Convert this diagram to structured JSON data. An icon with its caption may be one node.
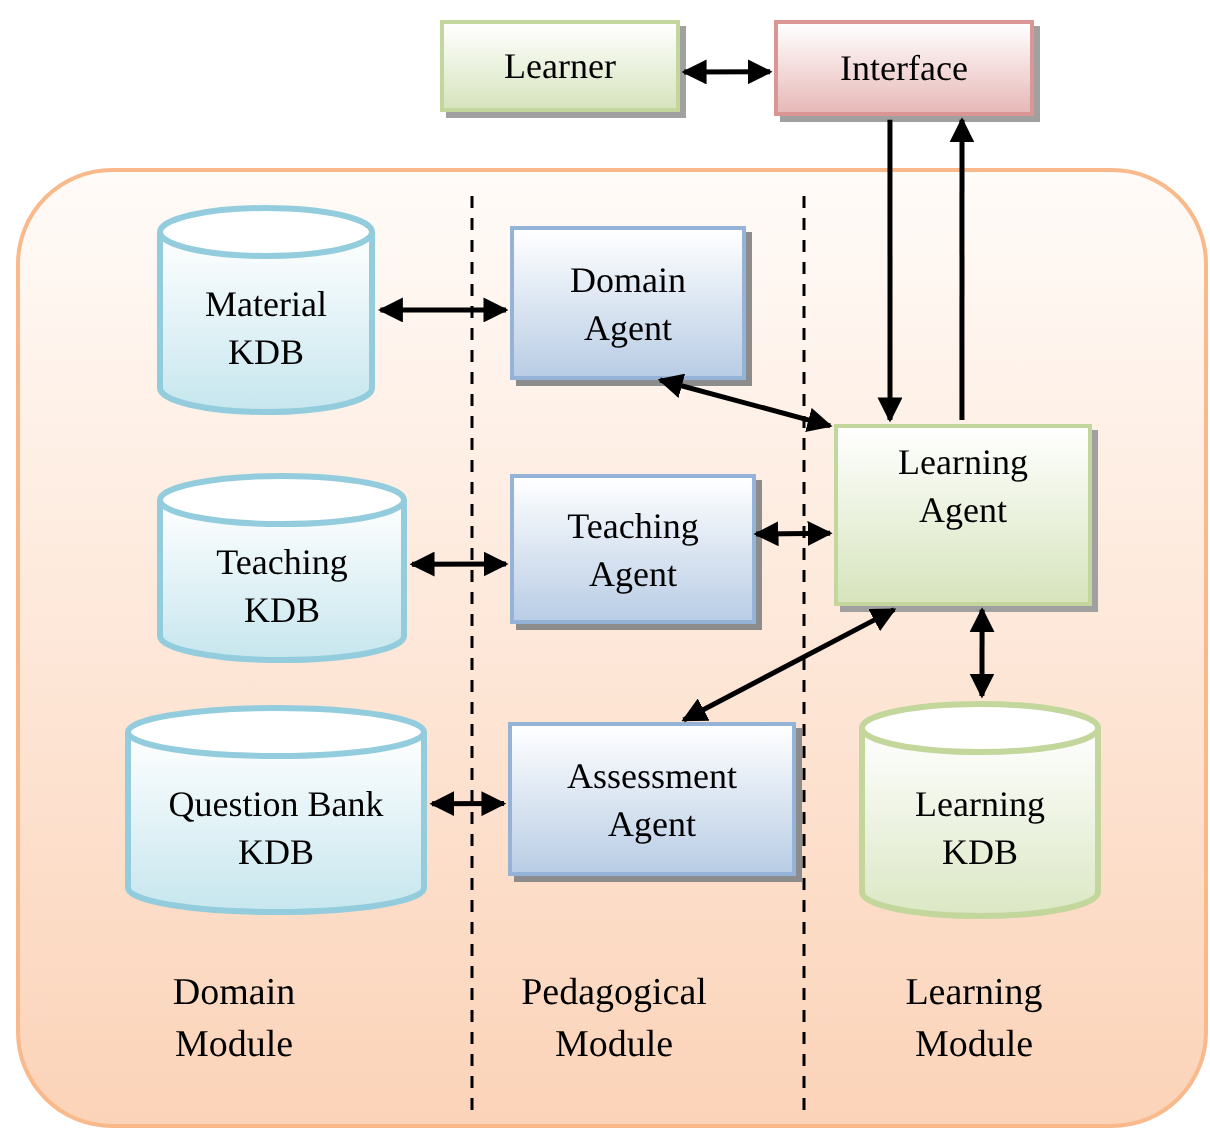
{
  "diagram": {
    "nodes": [
      {
        "text": [
          "Learner"
        ]
      },
      {
        "text": [
          "Interface"
        ]
      },
      {
        "text": [],
        "shape": "box"
      },
      {
        "text": [
          "Material KDB"
        ],
        "in": 2
      },
      {
        "text": [
          "Domain Agent"
        ],
        "in": 2
      },
      {
        "text": [
          "Teaching KDB"
        ],
        "in": 2
      },
      {
        "text": [
          "Teaching Agent"
        ],
        "in": 2
      },
      {
        "text": [
          "Question Bank KDB"
        ],
        "in": 2
      },
      {
        "text": [
          "Assessment Agent"
        ],
        "in": 2
      },
      {
        "text": [
          "Learning Agent"
        ],
        "in": 2
      },
      {
        "text": [
          "Learning KDB"
        ],
        "in": 2
      }
    ],
    "edges": [
      {
        "from": 0,
        "to": 1,
        "arrow": "both"
      },
      {
        "from": 1,
        "to": 9,
        "arrow": "to"
      },
      {
        "from": 9,
        "to": 1,
        "arrow": "to"
      },
      {
        "from": 3,
        "to": 4,
        "arrow": "both"
      },
      {
        "from": 4,
        "to": 9,
        "arrow": "both"
      },
      {
        "from": 5,
        "to": 6,
        "arrow": "both"
      },
      {
        "from": 6,
        "to": 9,
        "arrow": "both"
      },
      {
        "from": 8,
        "to": 7,
        "arrow": "both"
      },
      {
        "from": 9,
        "to": 8,
        "arrow": "both"
      },
      {
        "from": 9,
        "to": 10,
        "arrow": "both"
      }
    ],
    "labels": [
      "Domain Module",
      "Pedagogical Module",
      "Learning Module"
    ]
  }
}
